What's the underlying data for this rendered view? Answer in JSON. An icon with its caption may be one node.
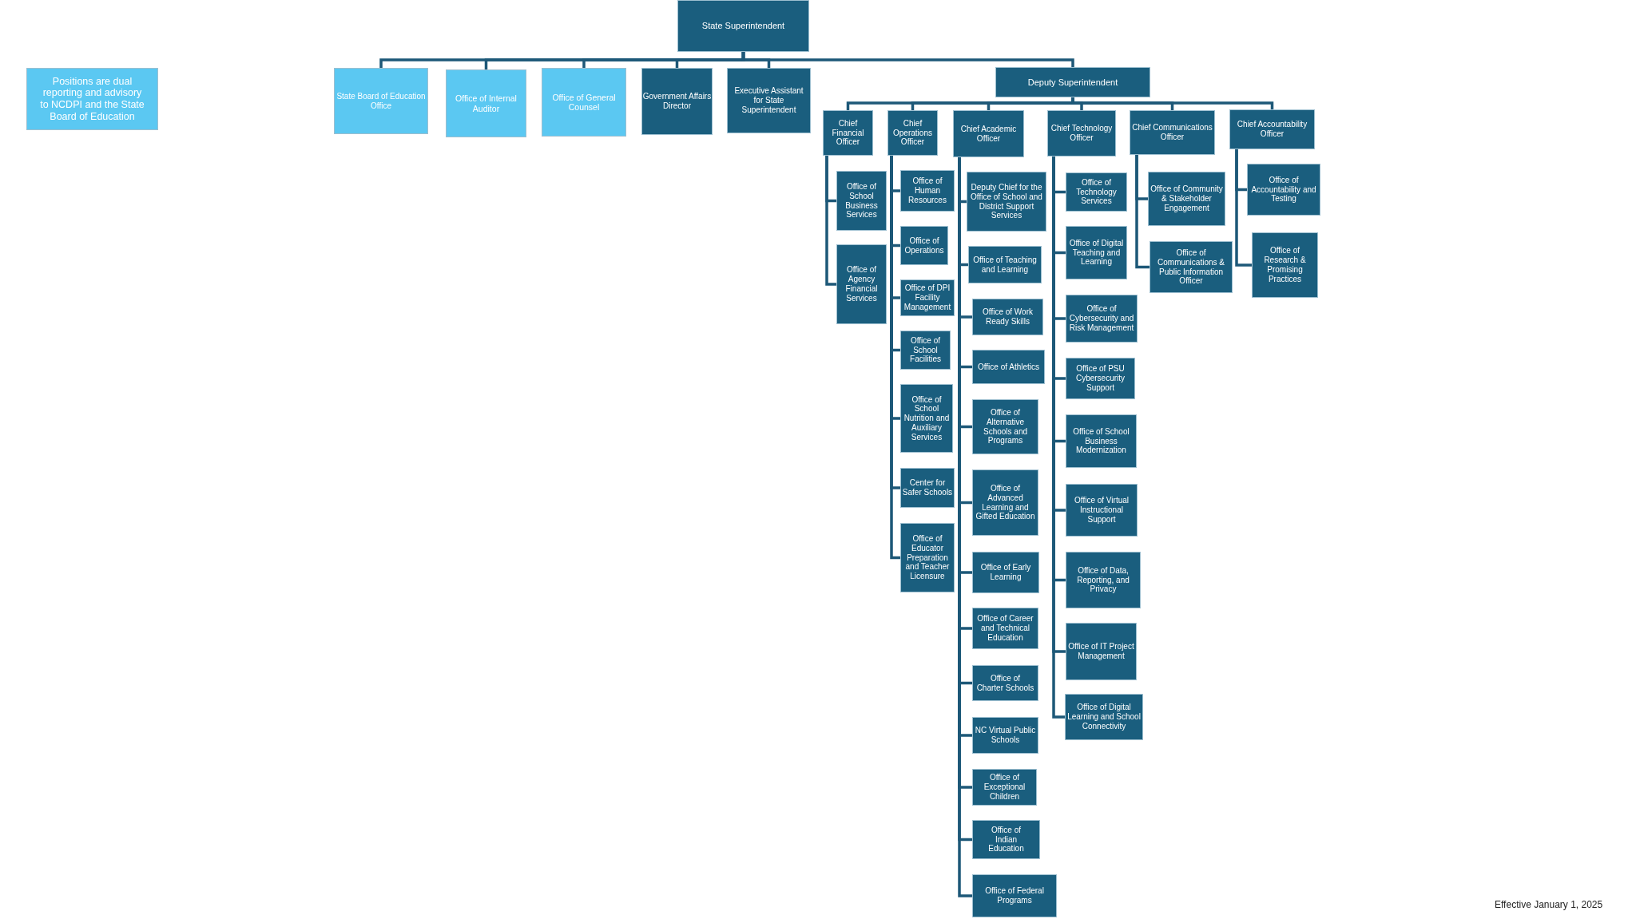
{
  "diagram": {
    "nodes": [
      {
        "text": [
          "State Superintendent"
        ]
      },
      {
        "text": [
          "Positions are dual reporting and advisory to NCDPI and the State Board of Education"
        ]
      },
      {
        "text": [
          "State Board of Education Office"
        ]
      },
      {
        "text": [
          "Office of Internal Auditor"
        ]
      },
      {
        "text": [
          "Office of General Counsel"
        ]
      },
      {
        "text": [
          "Government Affairs Director"
        ]
      },
      {
        "text": [
          "Executive Assistant for State Superintendent"
        ]
      },
      {
        "text": [
          "Deputy Superintendent"
        ]
      },
      {
        "text": [
          "Chief Financial Officer"
        ]
      },
      {
        "text": [
          "Chief Operations Officer"
        ]
      },
      {
        "text": [
          "Chief Academic Officer"
        ]
      },
      {
        "text": [
          "Chief Technology Officer"
        ]
      },
      {
        "text": [
          "Chief Communications Officer"
        ]
      },
      {
        "text": [
          "Chief Accountability Officer"
        ]
      },
      {
        "text": [
          "Office of School Business Services"
        ]
      },
      {
        "text": [
          "Office of Agency Financial Services"
        ]
      },
      {
        "text": [
          "Office of Human Resources"
        ]
      },
      {
        "text": [
          "Office of Operations"
        ]
      },
      {
        "text": [
          "Office of DPI Facility Management"
        ]
      },
      {
        "text": [
          "Office of School Facilities"
        ]
      },
      {
        "text": [
          "Office of School Nutrition and Auxiliary Services"
        ]
      },
      {
        "text": [
          "Center for Safer Schools"
        ]
      },
      {
        "text": [
          "Office of Educator Preparation and Teacher Licensure"
        ]
      },
      {
        "text": [
          "Deputy Chief for the Office of School and District Support Services"
        ]
      },
      {
        "text": [
          "Office of Teaching and Learning"
        ]
      },
      {
        "text": [
          "Office of Work Ready Skills"
        ]
      },
      {
        "text": [
          "Office of Athletics"
        ]
      },
      {
        "text": [
          "Office of Alternative Schools and Programs"
        ]
      },
      {
        "text": [
          "Office of Advanced Learning and Gifted Education"
        ]
      },
      {
        "text": [
          "Office of Early Learning"
        ]
      },
      {
        "text": [
          "Office of Career and Technical Education"
        ]
      },
      {
        "text": [
          "Office of Charter Schools"
        ]
      },
      {
        "text": [
          "NC Virtual Public Schools"
        ]
      },
      {
        "text": [
          "Office of Exceptional Children"
        ]
      },
      {
        "text": [
          "Office of Indian Education"
        ]
      },
      {
        "text": [
          "Office of Federal Programs"
        ]
      },
      {
        "text": [
          "Office of Technology Services"
        ]
      },
      {
        "text": [
          "Office of Digital Teaching and Learning"
        ]
      },
      {
        "text": [
          "Office of Cybersecurity and Risk Management"
        ]
      },
      {
        "text": [
          "Office of PSU Cybersecurity Support"
        ]
      },
      {
        "text": [
          "Office of School Business Modernization"
        ]
      },
      {
        "text": [
          "Office of Virtual Instructional Support"
        ]
      },
      {
        "text": [
          "Office of Data, Reporting, and Privacy"
        ]
      },
      {
        "text": [
          "Office of IT Project Management"
        ]
      },
      {
        "text": [
          "Office of Digital Learning and School Connectivity"
        ]
      },
      {
        "text": [
          "Office of Community & Stakeholder Engagement"
        ]
      },
      {
        "text": [
          "Office of Communications & Public Information Officer"
        ]
      },
      {
        "text": [
          "Office of Accountability and Testing"
        ]
      },
      {
        "text": [
          "Office of Research & Promising Practices"
        ]
      }
    ],
    "edges": [
      {
        "from": 0,
        "to": 2,
        "arrow": "none"
      },
      {
        "from": 0,
        "to": 3,
        "arrow": "none"
      },
      {
        "from": 0,
        "to": 4,
        "arrow": "none"
      },
      {
        "from": 0,
        "to": 5,
        "arrow": "none"
      },
      {
        "from": 0,
        "to": 6,
        "arrow": "none"
      },
      {
        "from": 0,
        "to": 7,
        "arrow": "none"
      },
      {
        "from": 7,
        "to": 8,
        "arrow": "none"
      },
      {
        "from": 7,
        "to": 9,
        "arrow": "none"
      },
      {
        "from": 7,
        "to": 10,
        "arrow": "none"
      },
      {
        "from": 7,
        "to": 11,
        "arrow": "none"
      },
      {
        "from": 7,
        "to": 12,
        "arrow": "none"
      },
      {
        "from": 7,
        "to": 13,
        "arrow": "none"
      },
      {
        "from": 8,
        "to": 14,
        "arrow": "none"
      },
      {
        "from": 8,
        "to": 15,
        "arrow": "none"
      },
      {
        "from": 9,
        "to": 16,
        "arrow": "none"
      },
      {
        "from": 9,
        "to": 17,
        "arrow": "none"
      },
      {
        "from": 9,
        "to": 18,
        "arrow": "none"
      },
      {
        "from": 9,
        "to": 19,
        "arrow": "none"
      },
      {
        "from": 9,
        "to": 20,
        "arrow": "none"
      },
      {
        "from": 9,
        "to": 21,
        "arrow": "none"
      },
      {
        "from": 9,
        "to": 22,
        "arrow": "none"
      },
      {
        "from": 10,
        "to": 23,
        "arrow": "none"
      },
      {
        "from": 10,
        "to": 24,
        "arrow": "none"
      },
      {
        "from": 10,
        "to": 25,
        "arrow": "none"
      },
      {
        "from": 10,
        "to": 26,
        "arrow": "none"
      },
      {
        "from": 10,
        "to": 27,
        "arrow": "none"
      },
      {
        "from": 10,
        "to": 28,
        "arrow": "none"
      },
      {
        "from": 10,
        "to": 29,
        "arrow": "none"
      },
      {
        "from": 10,
        "to": 30,
        "arrow": "none"
      },
      {
        "from": 10,
        "to": 31,
        "arrow": "none"
      },
      {
        "from": 10,
        "to": 32,
        "arrow": "none"
      },
      {
        "from": 10,
        "to": 33,
        "arrow": "none"
      },
      {
        "from": 10,
        "to": 34,
        "arrow": "none"
      },
      {
        "from": 10,
        "to": 35,
        "arrow": "none"
      },
      {
        "from": 11,
        "to": 36,
        "arrow": "none"
      },
      {
        "from": 11,
        "to": 37,
        "arrow": "none"
      },
      {
        "from": 11,
        "to": 38,
        "arrow": "none"
      },
      {
        "from": 11,
        "to": 39,
        "arrow": "none"
      },
      {
        "from": 11,
        "to": 40,
        "arrow": "none"
      },
      {
        "from": 11,
        "to": 41,
        "arrow": "none"
      },
      {
        "from": 11,
        "to": 42,
        "arrow": "none"
      },
      {
        "from": 11,
        "to": 43,
        "arrow": "none"
      },
      {
        "from": 11,
        "to": 44,
        "arrow": "none"
      },
      {
        "from": 12,
        "to": 45,
        "arrow": "none"
      },
      {
        "from": 12,
        "to": 46,
        "arrow": "none"
      },
      {
        "from": 13,
        "to": 47,
        "arrow": "none"
      },
      {
        "from": 13,
        "to": 48,
        "arrow": "none"
      }
    ],
    "labels": [
      "Effective January 1, 2025"
    ]
  }
}
